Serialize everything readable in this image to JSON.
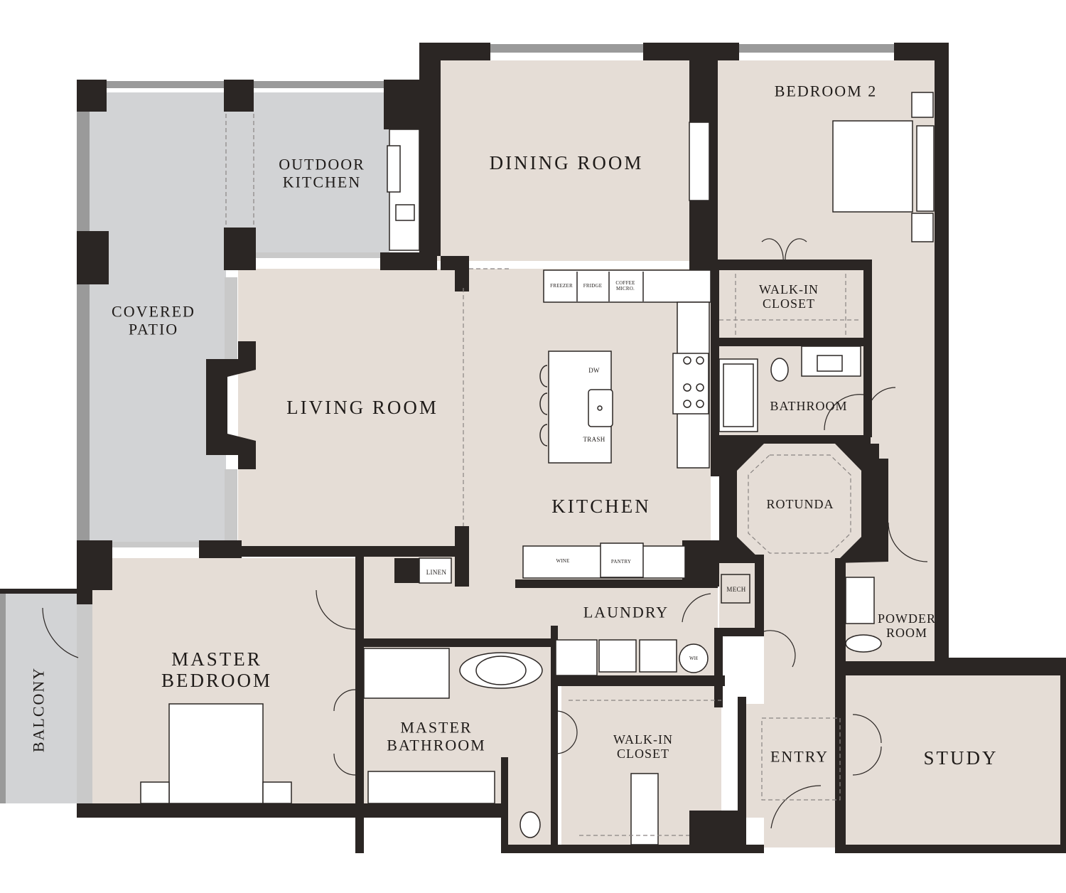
{
  "plan": {
    "type": "apartment floor plan",
    "colors": {
      "wall": "#2b2624",
      "interior_floor": "#e5ddd6",
      "outdoor_floor": "#d2d3d5",
      "fixture": "#ffffff",
      "window_frame": "#9a9a9a",
      "text": "#1f1b19"
    }
  },
  "rooms": {
    "outdoor_kitchen": "OUTDOOR\nKITCHEN",
    "dining_room": "DINING ROOM",
    "bedroom_2": "BEDROOM 2",
    "covered_patio": "COVERED\nPATIO",
    "living_room": "LIVING ROOM",
    "kitchen": "KITCHEN",
    "walk_in_closet_2": "WALK-IN\nCLOSET",
    "bathroom": "BATHROOM",
    "rotunda": "ROTUNDA",
    "laundry": "LAUNDRY",
    "mech": "MECH",
    "powder_room": "POWDER\nROOM",
    "master_bedroom": "MASTER\nBEDROOM",
    "balcony": "BALCONY",
    "master_bathroom": "MASTER\nBATHROOM",
    "walk_in_closet_master": "WALK-IN\nCLOSET",
    "entry": "ENTRY",
    "study": "STUDY",
    "linen": "LINEN"
  },
  "fixtures": {
    "freezer": "FREEZER",
    "fridge": "FRIDGE",
    "coffee_micro": "COFFEE\nMICRO.",
    "dishwasher": "DW",
    "trash": "TRASH",
    "wine": "WINE",
    "pantry": "PANTRY",
    "water_heater": "WH"
  }
}
